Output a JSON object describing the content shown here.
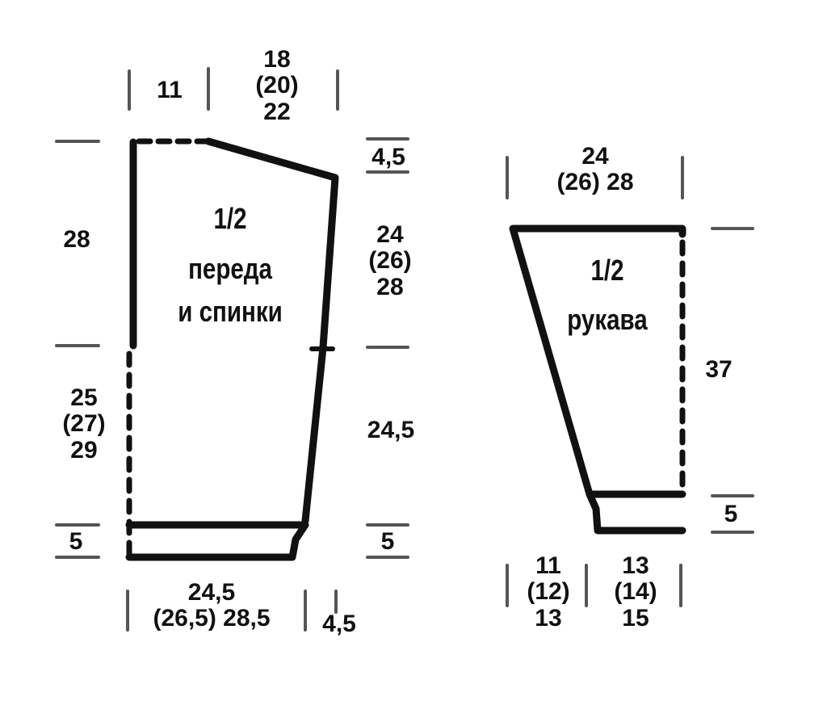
{
  "diagram": {
    "type": "knitting-pattern-schematic",
    "colors": {
      "ink": "#111111",
      "tick": "#555555",
      "background": "#ffffff"
    },
    "body_piece": {
      "title_line1": "1/2",
      "title_line2": "переда",
      "title_line3": "и спинки",
      "top_neck_width": "11",
      "top_shoulder_width": "18\n(20)\n22",
      "shoulder_drop": "4,5",
      "armhole_height": "24\n(26)\n28",
      "neck_depth": "28",
      "side_height_left": "25\n(27)\n29",
      "side_height_right": "24,5",
      "rib_left": "5",
      "rib_right": "5",
      "bottom_width": "24,5\n(26,5) 28,5",
      "bottom_taper": "4,5"
    },
    "sleeve_piece": {
      "title_line1": "1/2",
      "title_line2": "рукава",
      "top_width": "24\n(26) 28",
      "length": "37",
      "cuff": "5",
      "bottom_left": "11\n(12)\n13",
      "bottom_right": "13\n(14)\n15"
    }
  }
}
